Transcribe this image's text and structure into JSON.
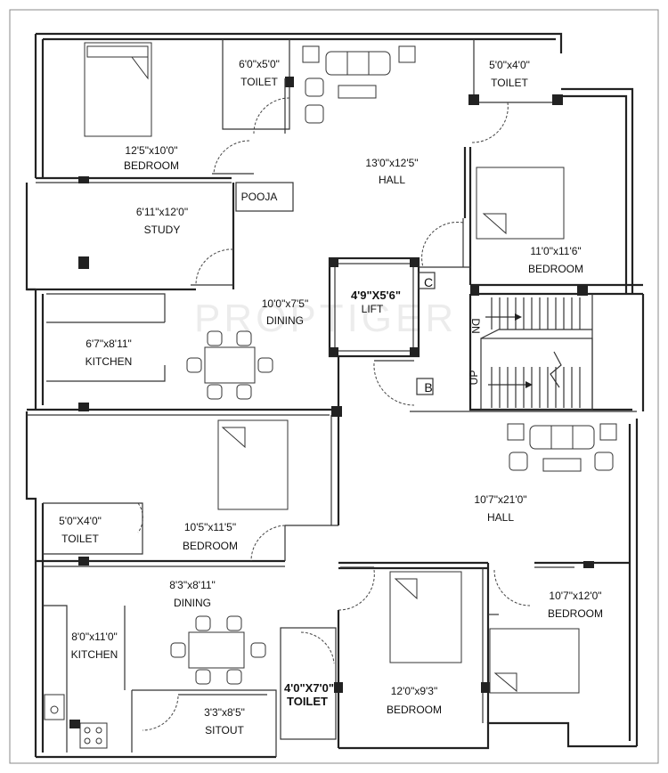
{
  "watermark": "PROPTIGER",
  "rooms": [
    {
      "id": "bedroom-nw",
      "dims": "12'5\"x10'0\"",
      "name": "BEDROOM"
    },
    {
      "id": "toilet-n",
      "dims": "6'0\"x5'0\"",
      "name": "TOILET"
    },
    {
      "id": "hall-n",
      "dims": "13'0\"x12'5\"",
      "name": "HALL"
    },
    {
      "id": "toilet-ne",
      "dims": "5'0\"x4'0\"",
      "name": "TOILET"
    },
    {
      "id": "pooja",
      "dims": "",
      "name": "POOJA"
    },
    {
      "id": "study",
      "dims": "6'11\"x12'0\"",
      "name": "STUDY"
    },
    {
      "id": "bedroom-ne",
      "dims": "11'0\"x11'6\"",
      "name": "BEDROOM"
    },
    {
      "id": "dining-n",
      "dims": "10'0\"x7'5\"",
      "name": "DINING"
    },
    {
      "id": "lift",
      "dims": "4'9\"X5'6\"",
      "name": "LIFT"
    },
    {
      "id": "kitchen-n",
      "dims": "6'7\"x8'11\"",
      "name": "KITCHEN"
    },
    {
      "id": "toilet-w",
      "dims": "5'0\"X4'0\"",
      "name": "TOILET"
    },
    {
      "id": "bedroom-w",
      "dims": "10'5\"x11'5\"",
      "name": "BEDROOM"
    },
    {
      "id": "hall-s",
      "dims": "10'7\"x21'0\"",
      "name": "HALL"
    },
    {
      "id": "dining-s",
      "dims": "8'3\"x8'11\"",
      "name": "DINING"
    },
    {
      "id": "bedroom-se",
      "dims": "10'7\"x12'0\"",
      "name": "BEDROOM"
    },
    {
      "id": "kitchen-s",
      "dims": "8'0\"x11'0\"",
      "name": "KITCHEN"
    },
    {
      "id": "toilet-s",
      "dims": "4'0\"X7'0\"",
      "name": "TOILET"
    },
    {
      "id": "bedroom-s",
      "dims": "12'0\"x9'3\"",
      "name": "BEDROOM"
    },
    {
      "id": "sitout",
      "dims": "3'3\"x8'5\"",
      "name": "SITOUT"
    }
  ],
  "markers": {
    "c": "C",
    "b": "B",
    "dn": "DN",
    "up": "UP"
  }
}
